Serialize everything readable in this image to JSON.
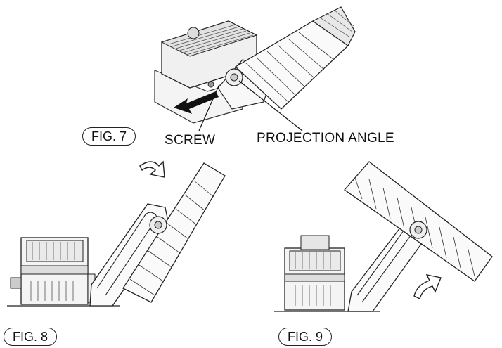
{
  "labels": {
    "fig7": "FIG. 7",
    "fig8": "FIG. 8",
    "fig9": "FIG. 9",
    "screw": "SCREW",
    "projection_angle": "PROJECTION ANGLE"
  },
  "icons": {
    "fig7_arrow": "left-arrow-icon",
    "fig8_arrow": "rotate-cw-arrow-icon",
    "fig9_arrow": "rotate-ccw-arrow-icon"
  }
}
